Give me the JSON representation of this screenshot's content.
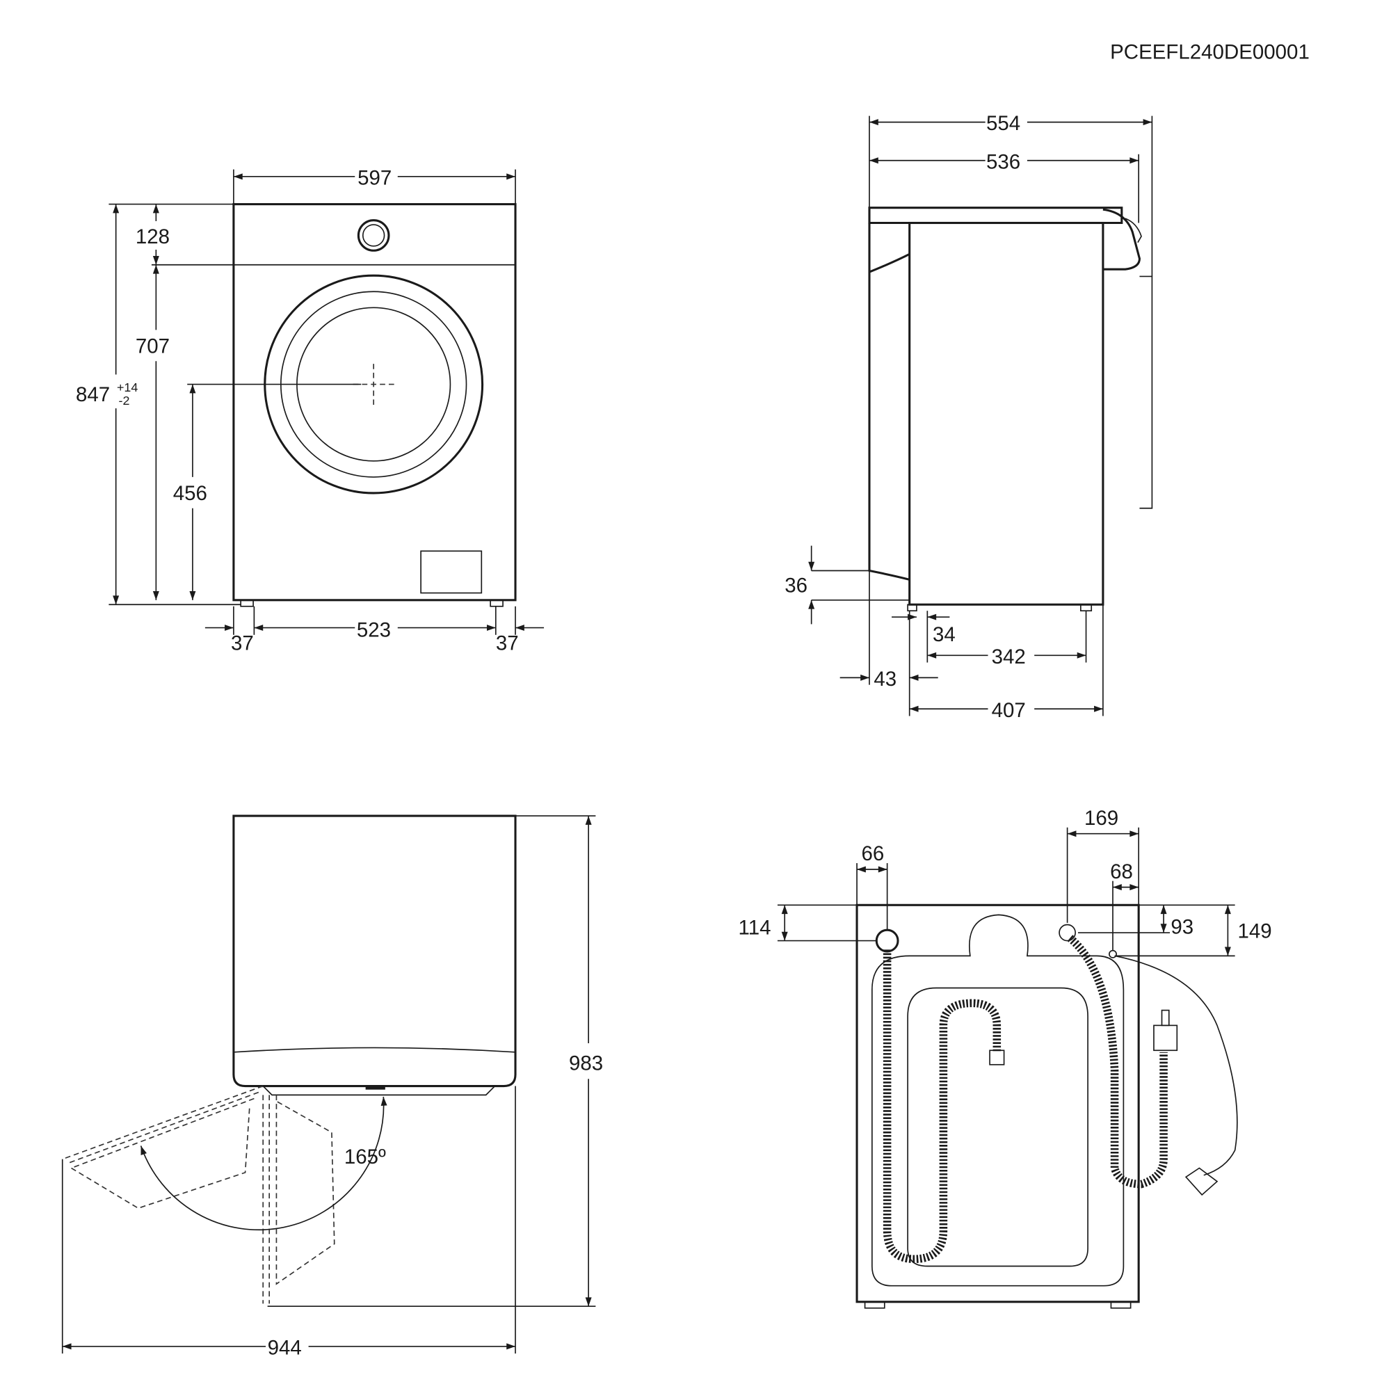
{
  "code": "PCEEFL240DE00001",
  "front_view": {
    "width": "597",
    "panel": "128",
    "door_top": "707",
    "door_center": "456",
    "height": "847",
    "height_tol_plus": "+14",
    "height_tol_minus": "-2",
    "feet_span": "523",
    "foot_left": "37",
    "foot_right": "37"
  },
  "side_view": {
    "depth_total": "554",
    "depth_body": "536",
    "front_clearance": "36",
    "foot_offset": "34",
    "feet_span": "342",
    "front_offset": "43",
    "body_depth": "407"
  },
  "top_view": {
    "door_angle": "165º",
    "depth_open": "983",
    "width_open": "944"
  },
  "back_view": {
    "drain_x": "66",
    "inlet_x": "169",
    "power_x": "68",
    "drain_y": "114",
    "inlet_y": "93",
    "power_y": "149"
  }
}
